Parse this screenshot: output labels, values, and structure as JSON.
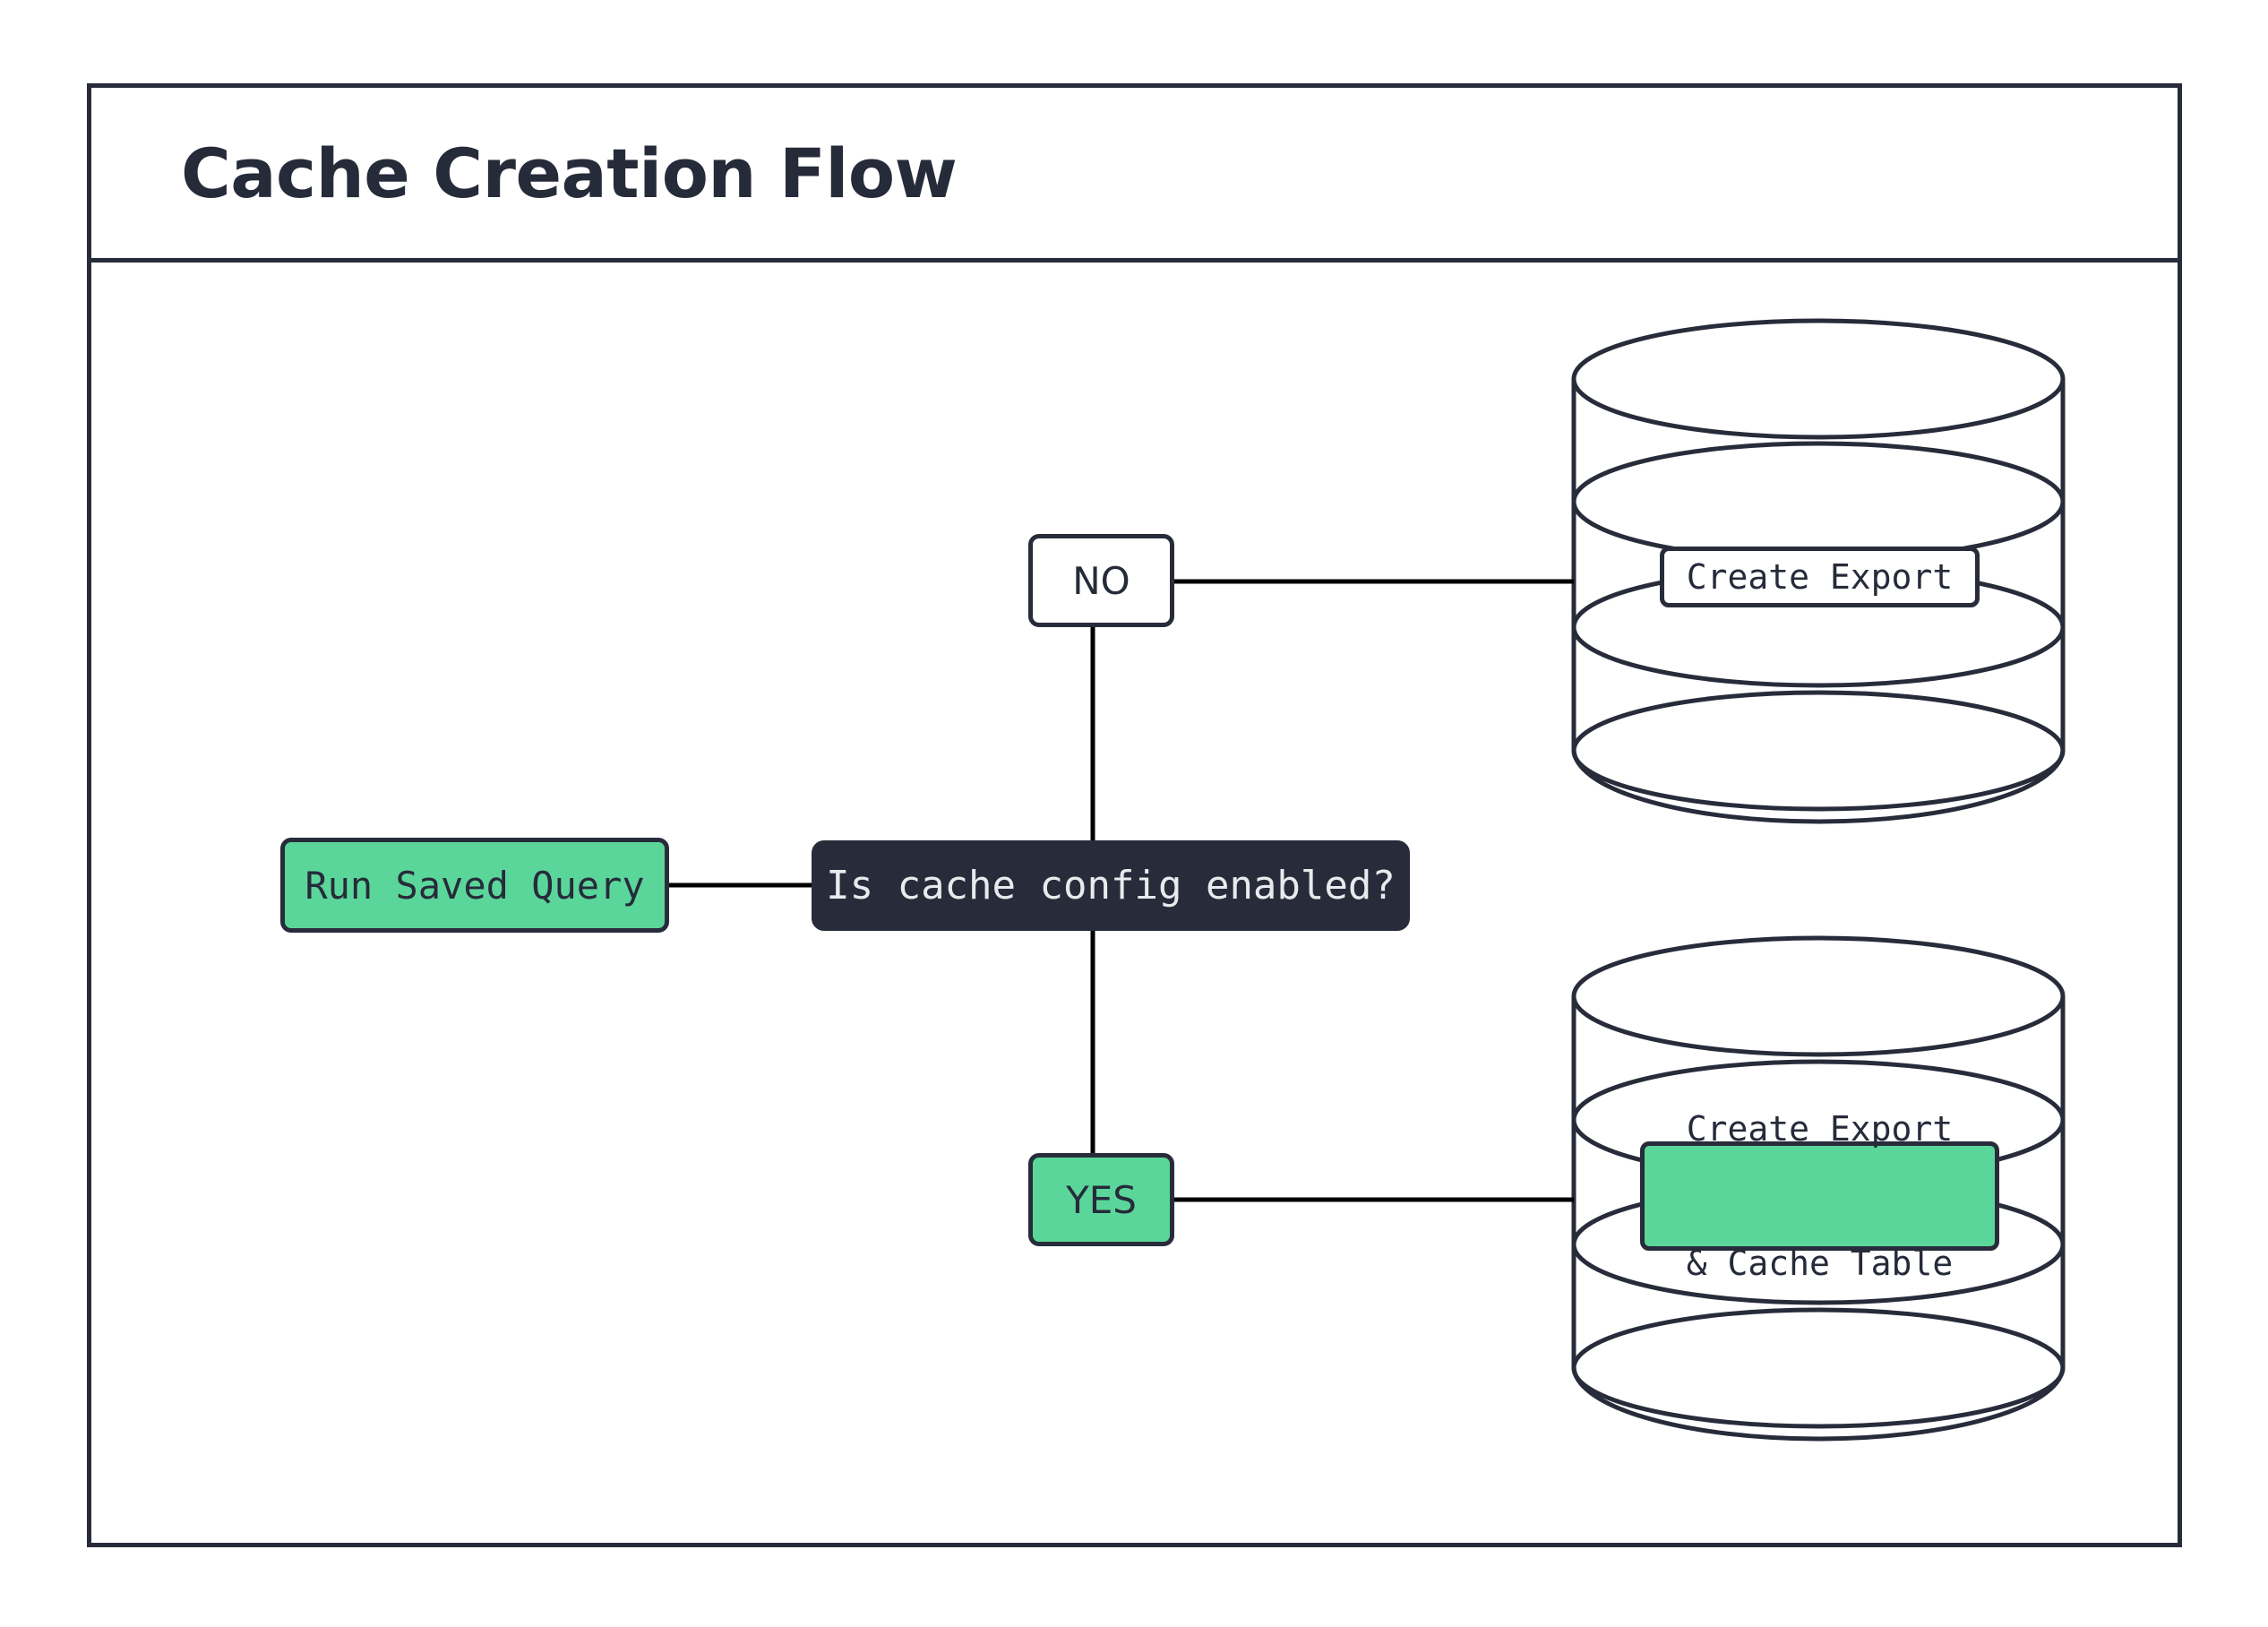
{
  "diagram": {
    "title": "Cache Creation Flow",
    "type": "flowchart",
    "colors": {
      "accent_green": "#5bd69a",
      "dark_navy": "#282c3a",
      "white": "#ffffff",
      "edge_stroke": "#000000",
      "text_light": "#e8eaee"
    },
    "nodes": [
      {
        "id": "run-saved-query",
        "label": "Run Saved Query",
        "shape": "rounded-rect",
        "fill": "#5bd69a",
        "text_color": "#262b3a"
      },
      {
        "id": "decision-cache-config",
        "label": "Is cache config enabled?",
        "shape": "rounded-rect",
        "fill": "#282c3a",
        "text_color": "#e8eaee"
      },
      {
        "id": "branch-no",
        "label": "NO",
        "shape": "rounded-rect",
        "fill": "#ffffff",
        "text_color": "#262b3a"
      },
      {
        "id": "branch-yes",
        "label": "YES",
        "shape": "rounded-rect",
        "fill": "#5bd69a",
        "text_color": "#262b3a"
      },
      {
        "id": "database-top",
        "label": "Create Export",
        "shape": "database-cylinder",
        "fill": "#ffffff",
        "text_color": "#262b3a"
      },
      {
        "id": "database-bottom",
        "label_line1": "Create Export",
        "label_line2": "& Cache Table",
        "shape": "database-cylinder",
        "fill": "#5bd69a",
        "text_color": "#262b3a"
      }
    ],
    "edges": [
      {
        "from": "run-saved-query",
        "to": "decision-cache-config",
        "label": ""
      },
      {
        "from": "decision-cache-config",
        "to": "branch-no",
        "label": "NO"
      },
      {
        "from": "decision-cache-config",
        "to": "branch-yes",
        "label": "YES"
      },
      {
        "from": "branch-no",
        "to": "database-top",
        "label": ""
      },
      {
        "from": "branch-yes",
        "to": "database-bottom",
        "label": ""
      }
    ]
  }
}
